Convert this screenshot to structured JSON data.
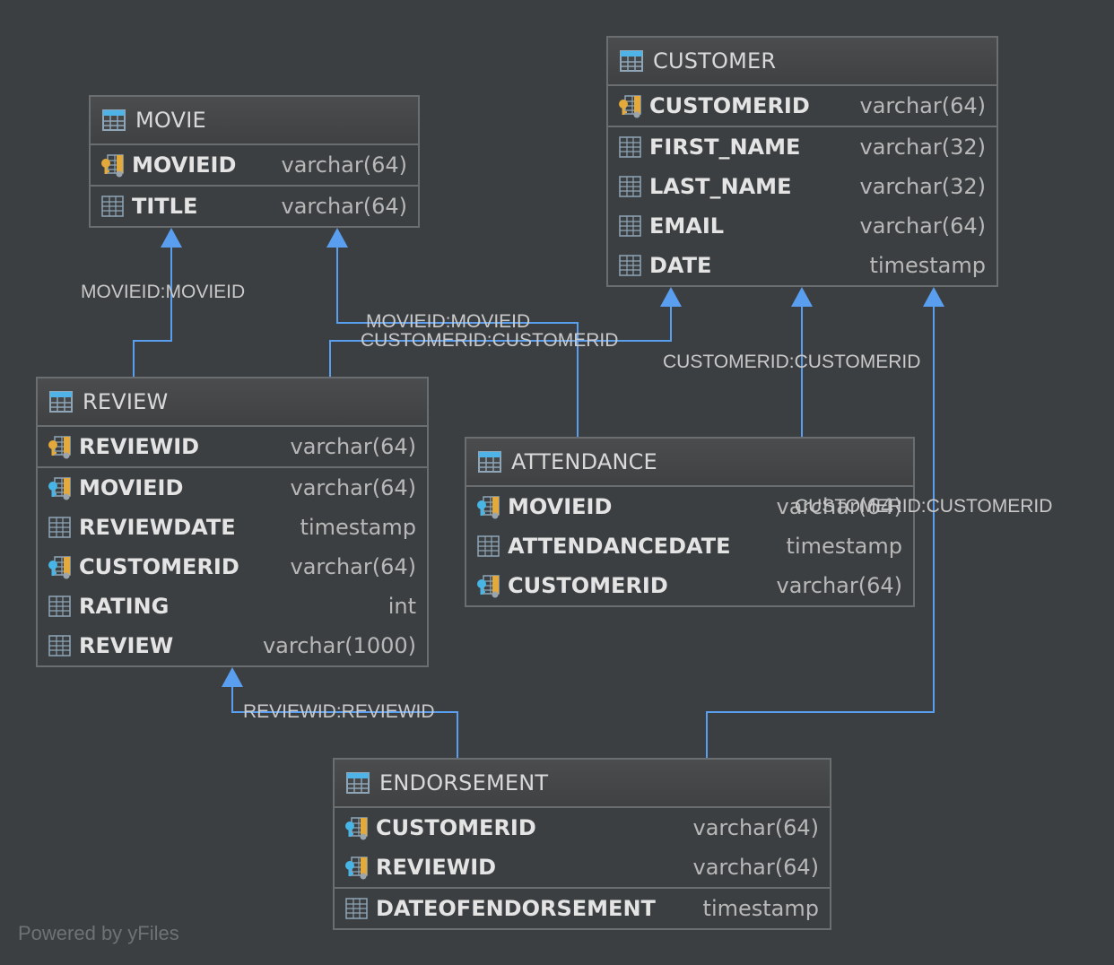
{
  "tables": {
    "movie": {
      "name": "MOVIE",
      "columns": [
        {
          "name": "MOVIEID",
          "type": "varchar(64)",
          "icon": "primary-key-icon"
        },
        {
          "name": "TITLE",
          "type": "varchar(64)",
          "icon": "column-icon"
        }
      ]
    },
    "customer": {
      "name": "CUSTOMER",
      "columns": [
        {
          "name": "CUSTOMERID",
          "type": "varchar(64)",
          "icon": "primary-key-icon"
        },
        {
          "name": "FIRST_NAME",
          "type": "varchar(32)",
          "icon": "column-icon"
        },
        {
          "name": "LAST_NAME",
          "type": "varchar(32)",
          "icon": "column-icon"
        },
        {
          "name": "EMAIL",
          "type": "varchar(64)",
          "icon": "column-icon"
        },
        {
          "name": "DATE",
          "type": "timestamp",
          "icon": "column-icon"
        }
      ]
    },
    "review": {
      "name": "REVIEW",
      "columns": [
        {
          "name": "REVIEWID",
          "type": "varchar(64)",
          "icon": "primary-key-icon"
        },
        {
          "name": "MOVIEID",
          "type": "varchar(64)",
          "icon": "foreign-key-icon"
        },
        {
          "name": "REVIEWDATE",
          "type": "timestamp",
          "icon": "column-icon"
        },
        {
          "name": "CUSTOMERID",
          "type": "varchar(64)",
          "icon": "foreign-key-icon"
        },
        {
          "name": "RATING",
          "type": "int",
          "icon": "column-icon"
        },
        {
          "name": "REVIEW",
          "type": "varchar(1000)",
          "icon": "column-icon"
        }
      ]
    },
    "attendance": {
      "name": "ATTENDANCE",
      "columns": [
        {
          "name": "MOVIEID",
          "type": "varchar(64)",
          "icon": "foreign-key-icon"
        },
        {
          "name": "ATTENDANCEDATE",
          "type": "timestamp",
          "icon": "column-icon"
        },
        {
          "name": "CUSTOMERID",
          "type": "varchar(64)",
          "icon": "foreign-key-icon"
        }
      ]
    },
    "endorsement": {
      "name": "ENDORSEMENT",
      "columns": [
        {
          "name": "CUSTOMERID",
          "type": "varchar(64)",
          "icon": "foreign-key-icon"
        },
        {
          "name": "REVIEWID",
          "type": "varchar(64)",
          "icon": "foreign-key-icon"
        },
        {
          "name": "DATEOFENDORSEMENT",
          "type": "timestamp",
          "icon": "column-icon"
        }
      ]
    }
  },
  "relations": [
    {
      "id": "review-movie",
      "label": "MOVIEID:MOVIEID"
    },
    {
      "id": "attendance-movie",
      "label": "MOVIEID:MOVIEID"
    },
    {
      "id": "review-customer",
      "label": "CUSTOMERID:CUSTOMERID"
    },
    {
      "id": "attendance-customer",
      "label": "CUSTOMERID:CUSTOMERID"
    },
    {
      "id": "endorsement-customer",
      "label": "CUSTOMERID:CUSTOMERID"
    },
    {
      "id": "endorsement-review",
      "label": "REVIEWID:REVIEWID"
    }
  ],
  "colors": {
    "background": "#3c3f41",
    "edge": "#5a9ef0",
    "primary_key": "#e3a93a",
    "foreign_key": "#47b6e6",
    "table_icon": "#4fb3e8"
  },
  "footer": "Powered by yFiles"
}
